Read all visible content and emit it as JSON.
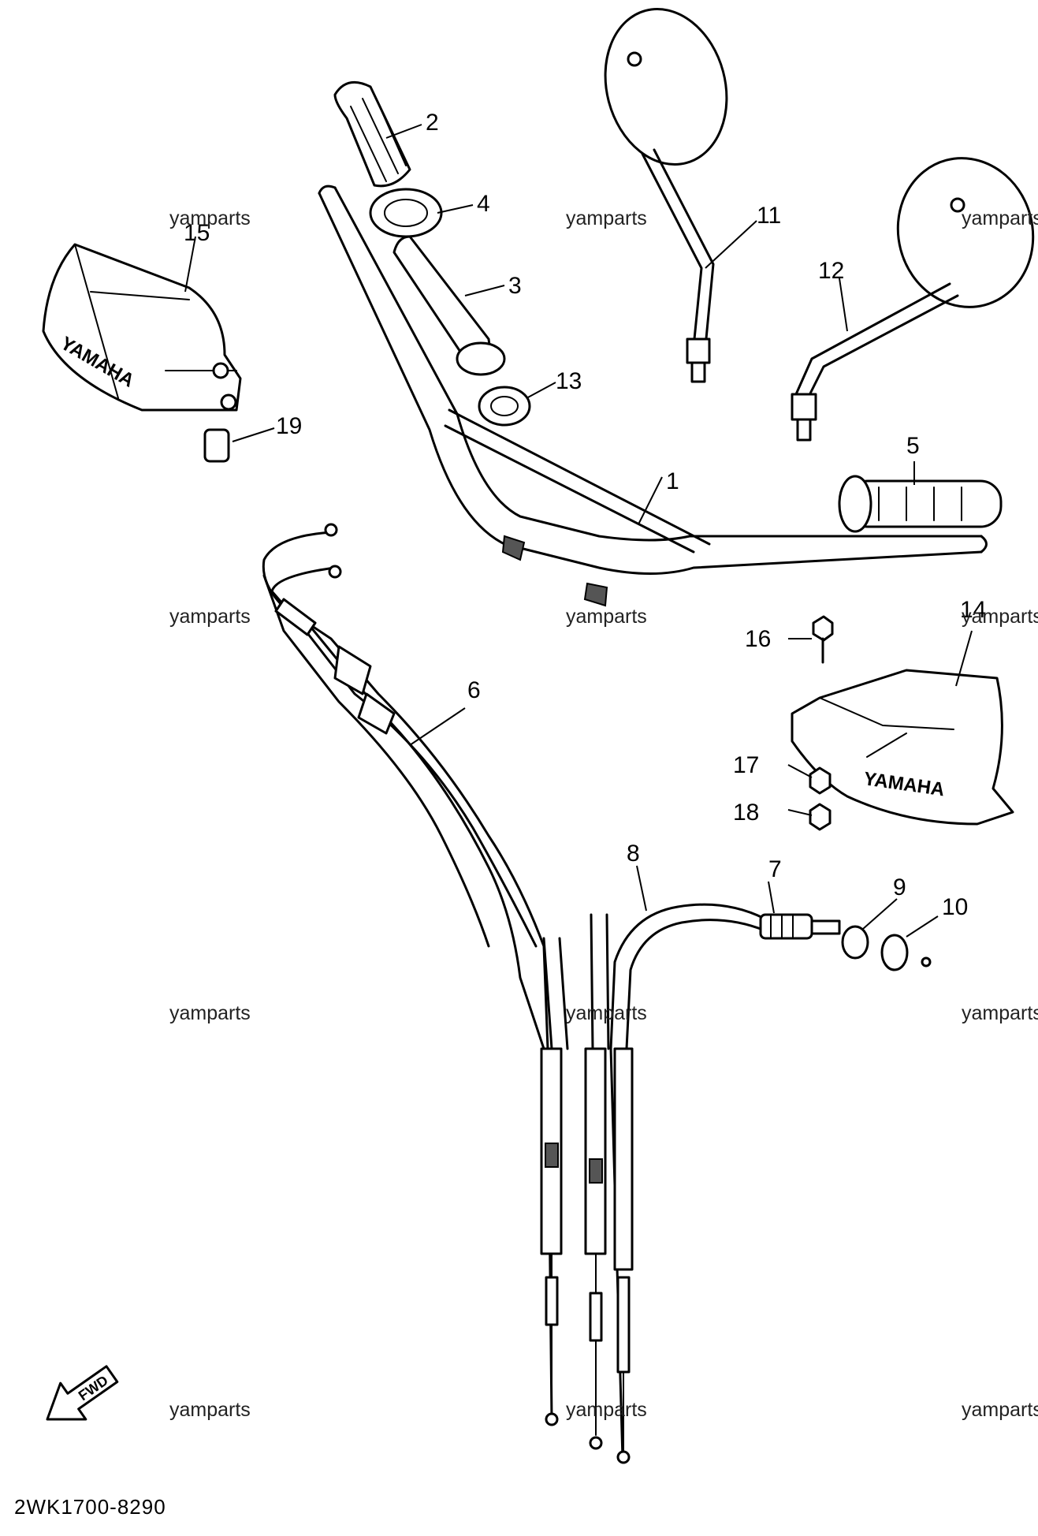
{
  "diagram_code": "2WK1700-8290",
  "watermark": "yamparts",
  "callouts": {
    "p1": "1",
    "p2": "2",
    "p3": "3",
    "p4": "4",
    "p5": "5",
    "p6": "6",
    "p7": "7",
    "p8": "8",
    "p9": "9",
    "p10": "10",
    "p11": "11",
    "p12": "12",
    "p13": "13",
    "p14": "14",
    "p15": "15",
    "p16": "16",
    "p17": "17",
    "p18": "18",
    "p19": "19"
  },
  "handguard_brand": "YAMAHA",
  "fwd_arrow_label": "FWD"
}
